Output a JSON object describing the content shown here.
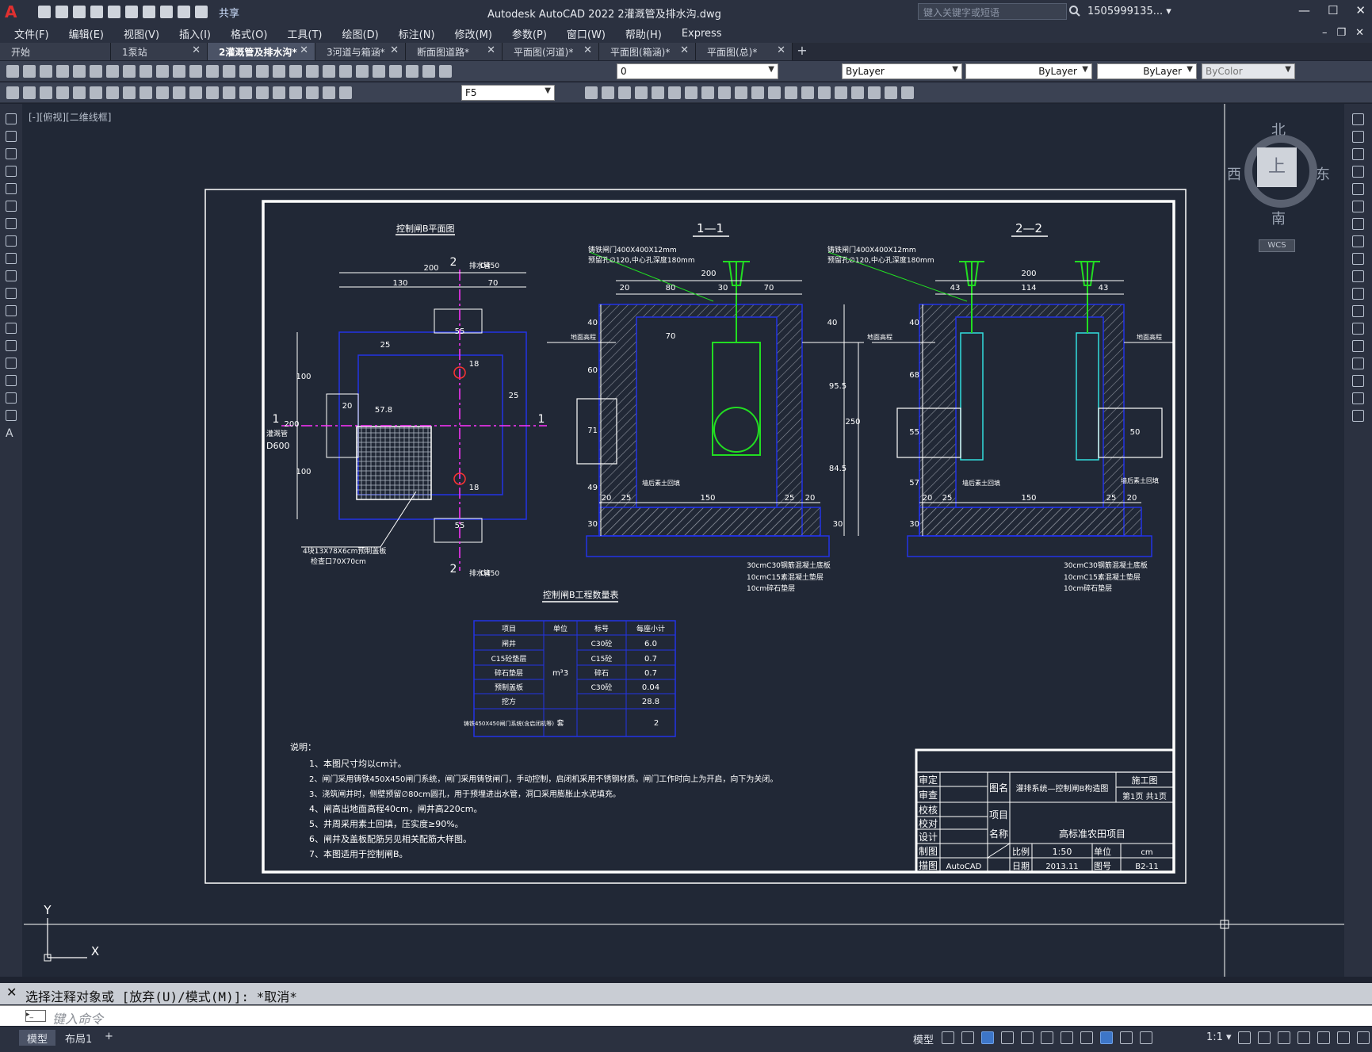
{
  "titlebar": {
    "share_label": "共享",
    "app_title": "Autodesk AutoCAD 2022    2灌溉管及排水沟.dwg",
    "search_placeholder": "键入关键字或短语",
    "user": "1505999135... ▾"
  },
  "menubar": {
    "items": [
      "文件(F)",
      "编辑(E)",
      "视图(V)",
      "插入(I)",
      "格式(O)",
      "工具(T)",
      "绘图(D)",
      "标注(N)",
      "修改(M)",
      "参数(P)",
      "窗口(W)",
      "帮助(H)",
      "Express"
    ]
  },
  "tabs": [
    {
      "label": "开始",
      "active": false
    },
    {
      "label": "1泵站",
      "active": false
    },
    {
      "label": "2灌溉管及排水沟*",
      "active": true
    },
    {
      "label": "3河道与箱涵*",
      "active": false
    },
    {
      "label": "断面图道路*",
      "active": false
    },
    {
      "label": "平面图(河道)*",
      "active": false
    },
    {
      "label": "平面图(箱涵)*",
      "active": false
    },
    {
      "label": "平面图(总)*",
      "active": false
    }
  ],
  "toolbar": {
    "layer_value": "0",
    "color_value": "ByLayer",
    "linetype_value": "ByLayer",
    "lineweight_value": "ByLayer",
    "plotstyle_value": "ByColor",
    "dimstyle_value": "F5"
  },
  "viewport": {
    "label": "[-][俯视][二维线框]",
    "viewcube": {
      "north": "北",
      "south": "南",
      "west": "西",
      "east": "东",
      "top": "上",
      "wcs": "WCS"
    }
  },
  "drawing": {
    "plan_title": "控制闸B平面图",
    "sec1_title": "1—1",
    "sec2_title": "2—2",
    "gate_note1": "铸铁闸门400X400X12mm",
    "gate_note2": "预留孔∅120,中心孔深度180mm",
    "pipe_label": "灌溉管",
    "pipe_size": "D600",
    "drain_label": "排水管",
    "drain_size": "D450",
    "ground_label": "地面高程",
    "fill_label": "墙后素土回填",
    "grate_note1": "4块13X78X6cm预制盖板",
    "grate_note2": "检查口70X70cm",
    "layer_notes": [
      "30cmC30钢筋混凝土底板",
      "10cmC15素混凝土垫层",
      "10cm碎石垫层"
    ],
    "section_marks": [
      "1",
      "2"
    ],
    "dims": {
      "plan_top": [
        "200",
        "130",
        "70"
      ],
      "plan_inner": [
        "55",
        "25",
        "18",
        "57.8",
        "25",
        "18",
        "55",
        "20"
      ],
      "plan_left": [
        "100",
        "200",
        "100"
      ],
      "s1_top": [
        "200",
        "20",
        "80",
        "30",
        "70",
        "70"
      ],
      "s1_left": [
        "40",
        "60",
        "71",
        "49",
        "30"
      ],
      "s1_right": [
        "40",
        "95.5",
        "84.5",
        "250",
        "30"
      ],
      "s1_bottom": [
        "20",
        "25",
        "150",
        "25",
        "20"
      ],
      "s2_top": [
        "200",
        "43",
        "114",
        "43"
      ],
      "s2_left": [
        "40",
        "68",
        "55",
        "57",
        "30"
      ],
      "s2_right": [
        "50"
      ],
      "s2_bottom": [
        "20",
        "25",
        "150",
        "25",
        "20"
      ]
    },
    "qty_title": "控制闸B工程数量表",
    "qty_table": {
      "headers": [
        "项目",
        "单位",
        "标号",
        "每座小计"
      ],
      "rows": [
        [
          "闸井",
          "m³3",
          "C30砼",
          "6.0"
        ],
        [
          "C15砼垫层",
          "",
          "C15砼",
          "0.7"
        ],
        [
          "碎石垫层",
          "",
          "碎石",
          "0.7"
        ],
        [
          "预制盖板",
          "",
          "C30砼",
          "0.04"
        ],
        [
          "挖方",
          "",
          "",
          "28.8"
        ],
        [
          "铸铁450X450闸门系统(含启闭机等)",
          "套",
          "",
          "2"
        ]
      ]
    },
    "notes_title": "说明：",
    "notes": [
      "1、本图尺寸均以cm计。",
      "2、闸门采用铸铁450X450闸门系统，闸门采用铸铁闸门，手动控制，启闭机采用不锈钢材质。闸门工作时向上为开启，向下为关闭。",
      "3、浇筑闸井时，侧壁预留∅80cm圆孔，用于预埋进出水管，洞口采用膨胀止水泥填充。",
      "4、闸高出地面高程40cm，闸井高220cm。",
      "5、井周采用素土回填，压实度≥90%。",
      "6、闸井及盖板配筋另见相关配筋大样图。",
      "7、本图适用于控制闸B。"
    ],
    "title_block": {
      "roles": [
        "审定",
        "审查",
        "校核",
        "校对",
        "设计",
        "制图",
        "描图"
      ],
      "drawn_by": "AutoCAD",
      "label_name": "图名",
      "drawing_name": "灌排系统—控制闸B构造图",
      "stage": "施工图",
      "page": "第1页  共1页",
      "label_project": "项目",
      "label_name2": "名称",
      "project_name": "高标准农田项目",
      "label_scale": "比例",
      "scale": "1:50",
      "label_unit": "单位",
      "unit": "cm",
      "label_date": "日期",
      "date": "2013.11",
      "label_no": "图号",
      "drawing_no": "B2-11"
    },
    "ucs_y": "Y",
    "ucs_x": "X"
  },
  "command": {
    "history": "选择注释对象或 [放弃(U)/模式(M)]: *取消*",
    "placeholder": "键入命令"
  },
  "statusbar": {
    "tabs": [
      {
        "label": "模型",
        "active": true
      },
      {
        "label": "布局1",
        "active": false
      }
    ],
    "add": "+",
    "model_label": "模型",
    "scale": "1:1 ▾"
  },
  "colors": {
    "border": "#ffffff",
    "struct": "#1a2bd6",
    "gate": "#22dd22",
    "center": "#ff33ff",
    "dim": "#ffffff",
    "cyan": "#33dddd"
  }
}
